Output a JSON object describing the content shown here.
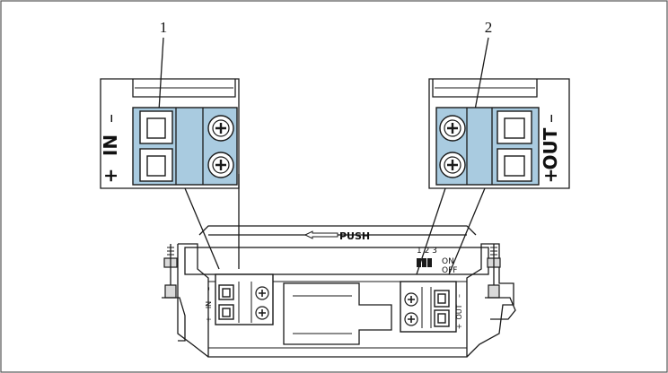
{
  "callouts": {
    "one": "1",
    "two": "2"
  },
  "in_connector": {
    "minus": "–",
    "label": "IN",
    "plus": "+"
  },
  "out_connector": {
    "minus": "–",
    "label": "OUT",
    "plus": "+"
  },
  "housing": {
    "push_label": "PUSH",
    "dip_numbers": "1 2 3",
    "dip_on": "ON",
    "dip_off": "OFF",
    "small_in": "IN",
    "small_out": "OUT",
    "small_minus": "–",
    "small_plus": "+"
  },
  "colors": {
    "terminal_fill": "#a9cbe0",
    "outline": "#1a1a1a"
  }
}
